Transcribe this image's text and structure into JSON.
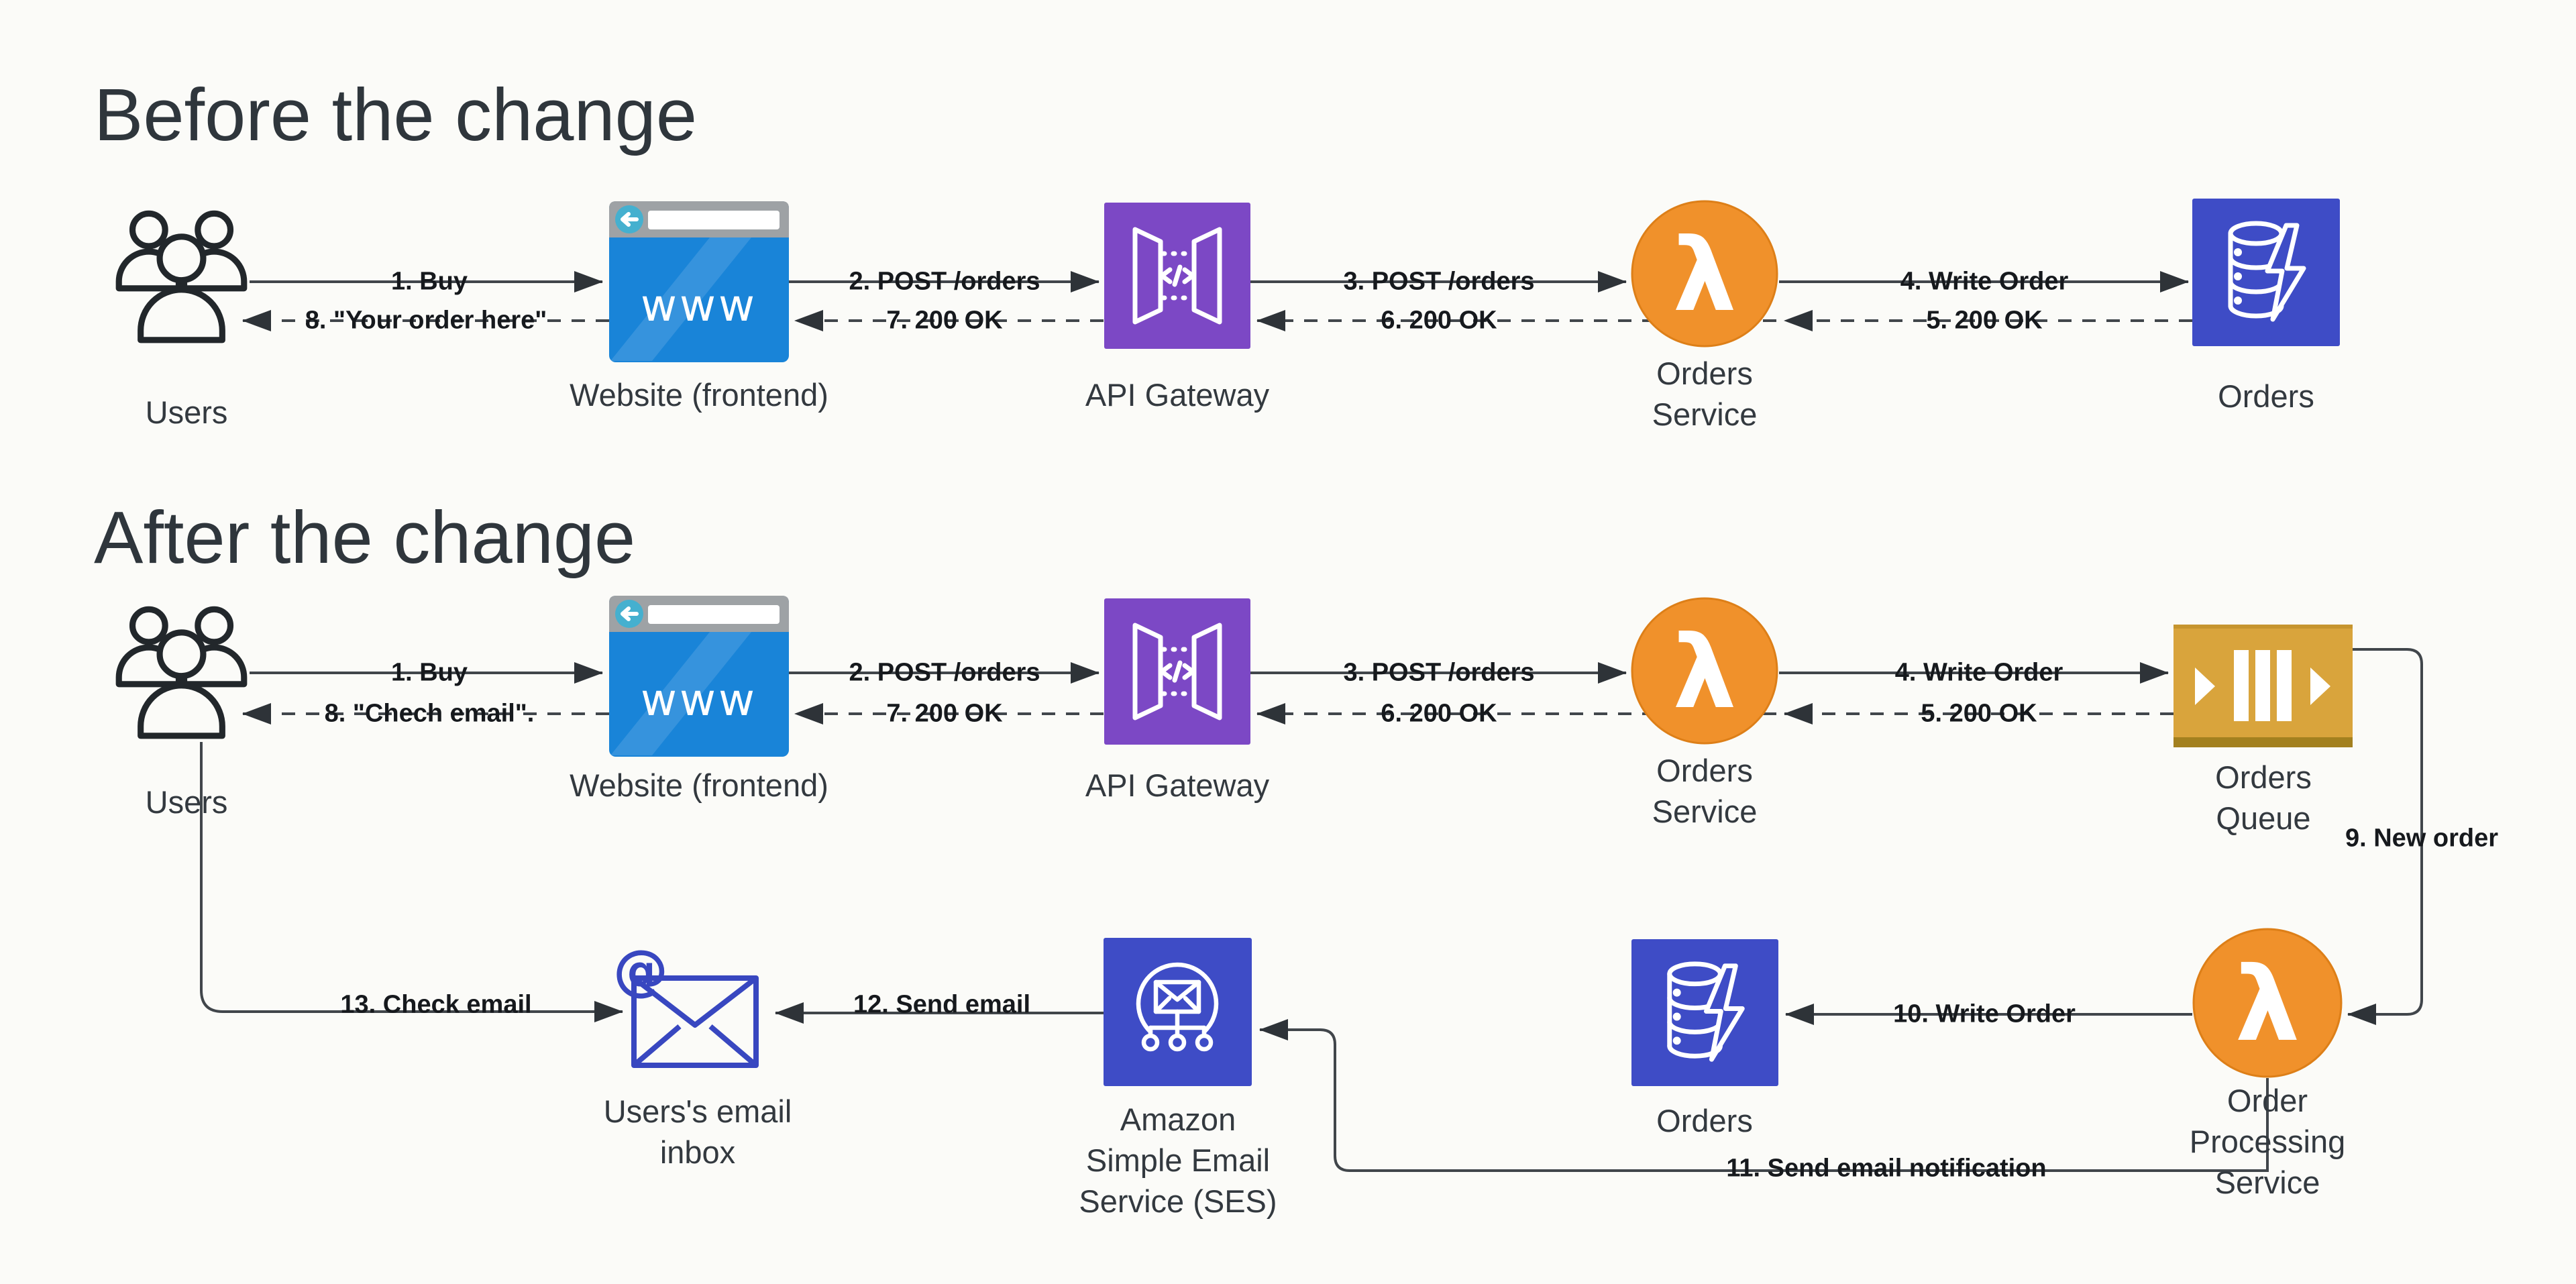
{
  "page": {
    "background": "#fbfbf8"
  },
  "colors": {
    "line": "#41464b",
    "arrowhead": "#2e3338",
    "title_text": "#2f363c",
    "node_label_text": "#33393f",
    "edge_label_text": "#16191d",
    "lambda_orange": "#f0912b",
    "api_gateway_purple": "#7c48c5",
    "dynamodb_indigo": "#3e4cc6",
    "ses_indigo": "#3e4cc6",
    "sqs_gold": "#d9a43c",
    "browser_blue": "#1984d8",
    "browser_header_gray": "#9ea2a5",
    "browser_back_teal": "#45b0cf",
    "inbox_outline_blue": "#3847c0",
    "users_outline": "#22272b"
  },
  "icons": [
    "users-icon",
    "browser-icon",
    "api-gateway-icon",
    "lambda-icon",
    "dynamodb-icon",
    "sqs-queue-icon",
    "ses-icon",
    "email-inbox-icon"
  ],
  "sections": {
    "before": {
      "title": "Before the change",
      "nodes": {
        "users": {
          "label": "Users",
          "icon": "users-icon"
        },
        "website": {
          "label": "Website (frontend)",
          "icon": "browser-icon"
        },
        "api_gateway": {
          "label": "API Gateway",
          "icon": "api-gateway-icon"
        },
        "orders_service": {
          "label": "Orders\nService",
          "icon": "lambda-icon"
        },
        "orders_db": {
          "label": "Orders",
          "icon": "dynamodb-icon"
        }
      },
      "edges": {
        "b1": "1. Buy",
        "b2": "2. POST /orders",
        "b3": "3. POST /orders",
        "b4": "4. Write Order",
        "b5": "5. 200 OK",
        "b6": "6. 200 OK",
        "b7": "7. 200 OK",
        "b8": "8. \"Your order here\""
      }
    },
    "after": {
      "title": "After the change",
      "nodes": {
        "users": {
          "label": "Users",
          "icon": "users-icon"
        },
        "website": {
          "label": "Website (frontend)",
          "icon": "browser-icon"
        },
        "api_gateway": {
          "label": "API Gateway",
          "icon": "api-gateway-icon"
        },
        "orders_service": {
          "label": "Orders\nService",
          "icon": "lambda-icon"
        },
        "orders_queue": {
          "label": "Orders\nQueue",
          "icon": "sqs-queue-icon"
        },
        "order_processing": {
          "label": "Order\nProcessing\nService",
          "icon": "lambda-icon"
        },
        "orders_db": {
          "label": "Orders",
          "icon": "dynamodb-icon"
        },
        "ses": {
          "label": "Amazon\nSimple Email\nService (SES)",
          "icon": "ses-icon"
        },
        "inbox": {
          "label": "Users's email\ninbox",
          "icon": "email-inbox-icon"
        }
      },
      "edges": {
        "a1": "1. Buy",
        "a2": "2. POST /orders",
        "a3": "3. POST /orders",
        "a4": "4. Write Order",
        "a5": "5. 200 OK",
        "a6": "6. 200 OK",
        "a7": "7. 200 OK",
        "a8": "8. \"Chech email\".",
        "a9": "9. New order",
        "a10": "10. Write Order",
        "a11": "11. Send email notification",
        "a12": "12. Send email",
        "a13": "13. Check email"
      }
    }
  }
}
